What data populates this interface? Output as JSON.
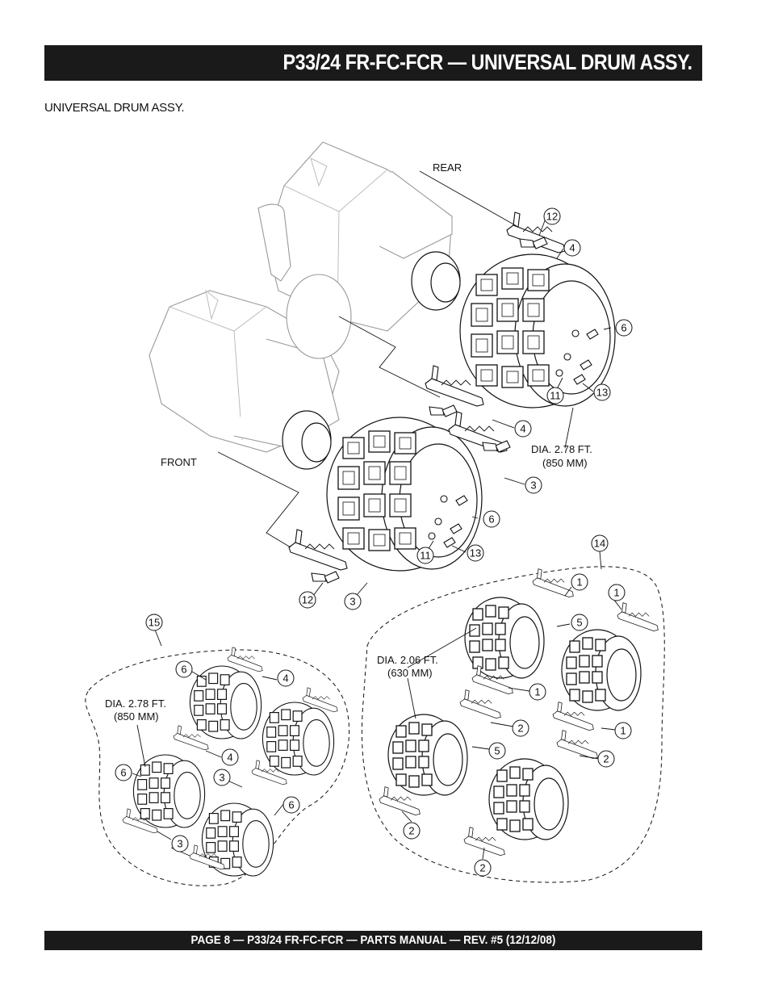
{
  "header": {
    "title": "P33/24 FR-FC-FCR — UNIVERSAL DRUM ASSY."
  },
  "section": {
    "title": "UNIVERSAL DRUM ASSY."
  },
  "labels": {
    "rear": "REAR",
    "front": "FRONT",
    "dia_278_a": "DIA. 2.78 FT.",
    "dia_278_b": "(850 MM)",
    "dia_206_a": "DIA. 2.06 FT.",
    "dia_206_b": "(630 MM)"
  },
  "callouts": {
    "c12a": "12",
    "c4a": "4",
    "c6a": "6",
    "c11a": "11",
    "c13a": "13",
    "c4b": "4",
    "c3a": "3",
    "c6b": "6",
    "c11b": "11",
    "c13b": "13",
    "c12b": "12",
    "c3b": "3",
    "c14": "14",
    "c15": "15",
    "k1a": "1",
    "k1b": "1",
    "k5a": "5",
    "k1c": "1",
    "k2a": "2",
    "k1d": "1",
    "k2b": "2",
    "k5b": "5",
    "k2c": "2",
    "k2d": "2",
    "s6a": "6",
    "s4a": "4",
    "s4b": "4",
    "s6b": "6",
    "s3a": "3",
    "s6c": "6",
    "s3b": "3"
  },
  "footer": {
    "text": "PAGE 8 — P33/24 FR-FC-FCR — PARTS MANUAL — REV. #5 (12/12/08)"
  }
}
